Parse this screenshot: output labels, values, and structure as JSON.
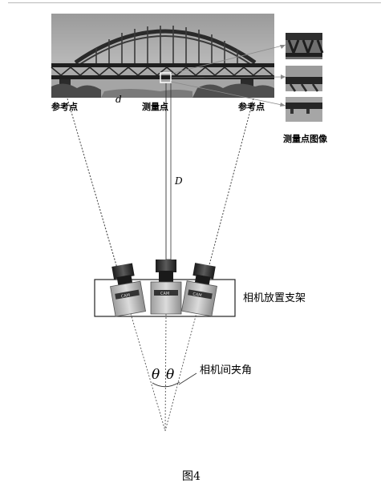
{
  "labels": {
    "reference_point_left": "参考点",
    "measurement_point": "测量点",
    "reference_point_right": "参考点",
    "measurement_point_images": "测量点图像",
    "distance_small": "d",
    "distance_large": "D",
    "camera_mount": "相机放置支架",
    "angle_symbol_left": "θ",
    "angle_symbol_right": "θ",
    "camera_angle": "相机间夹角",
    "figure_caption": "图4"
  },
  "camera_badge_text": [
    "CAM",
    "CAM",
    "CAM"
  ]
}
